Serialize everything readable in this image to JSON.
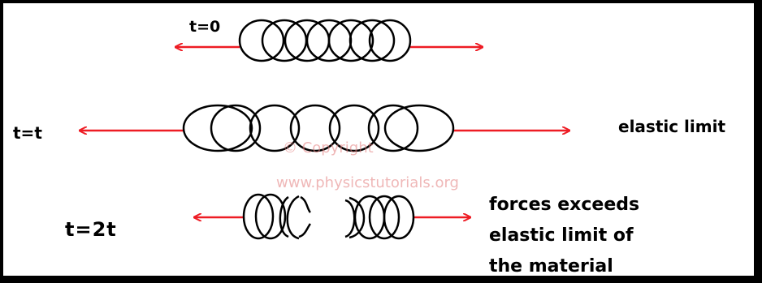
{
  "labels": {
    "t0": "t=0",
    "tt": "t=t",
    "t2t": "t=2t",
    "elastic_limit": "elastic limit",
    "forces_line1": "forces exceeds",
    "forces_line2": "elastic limit of",
    "forces_line3": "the material"
  },
  "watermark": {
    "line1": "© Copyright",
    "line2": "www.physicstutorials.org"
  },
  "colors": {
    "arrow": "#ee1c24",
    "coil": "#000000",
    "text": "#000000",
    "watermark": "#e37d7d"
  }
}
